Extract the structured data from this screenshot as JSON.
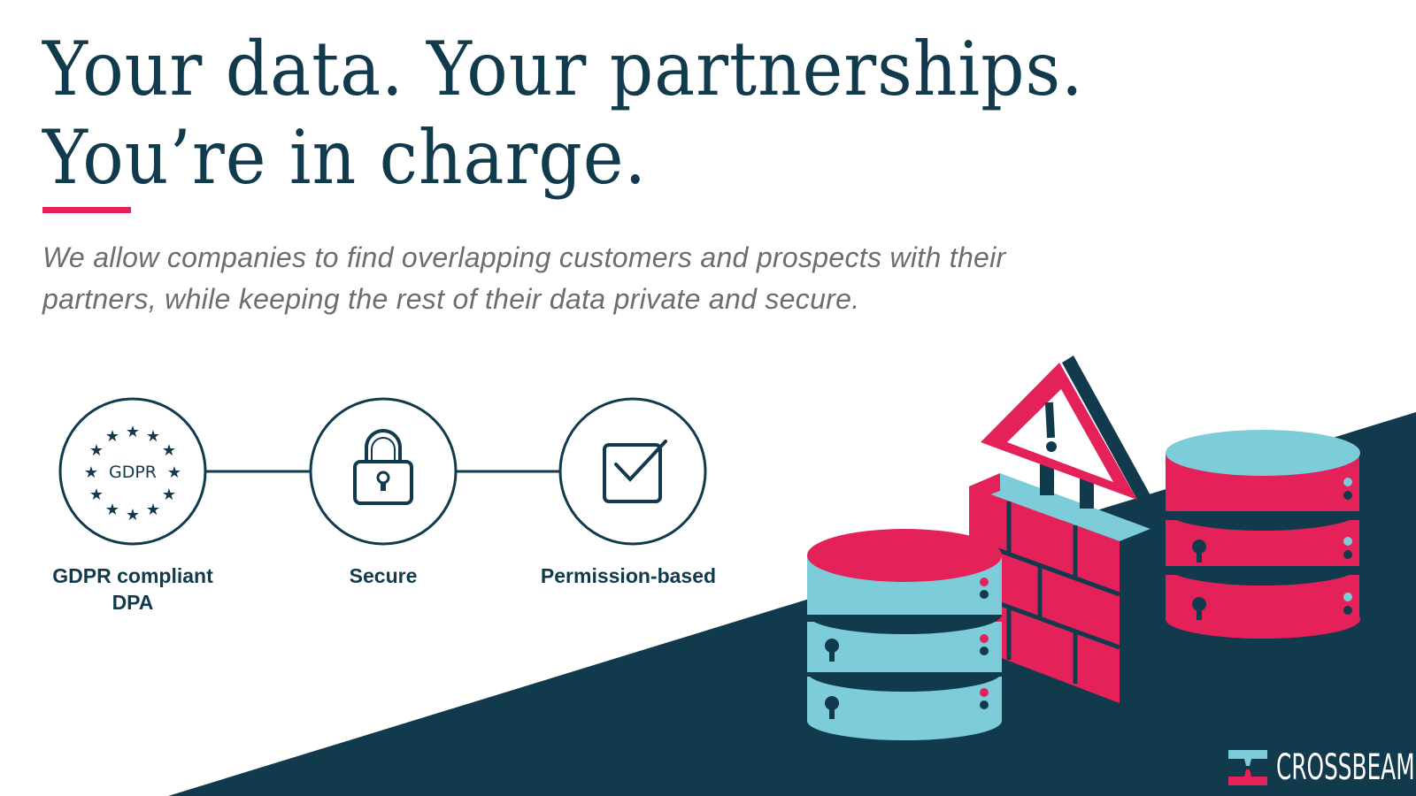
{
  "headline": {
    "line1": "Your data. Your partnerships.",
    "line2": "You’re in charge."
  },
  "subtitle": "We allow companies to find overlapping customers and prospects with their partners, while keeping the rest of their data private and secure.",
  "features": [
    {
      "icon": "gdpr-stars-icon",
      "icon_text": "GDPR",
      "label_line1": "GDPR compliant",
      "label_line2": "DPA"
    },
    {
      "icon": "padlock-icon",
      "label_line1": "Secure"
    },
    {
      "icon": "checkbox-check-icon",
      "label_line1": "Permission-based"
    }
  ],
  "illustration": {
    "elements": [
      "warning-triangle-icon",
      "brick-firewall",
      "database-stack-left",
      "database-stack-right"
    ]
  },
  "brand": {
    "name": "CROSSBEAM",
    "colors": {
      "navy": "#123a4d",
      "pink": "#e5215a",
      "teal": "#7ccdd9",
      "gray_text": "#6d6d6d"
    }
  }
}
